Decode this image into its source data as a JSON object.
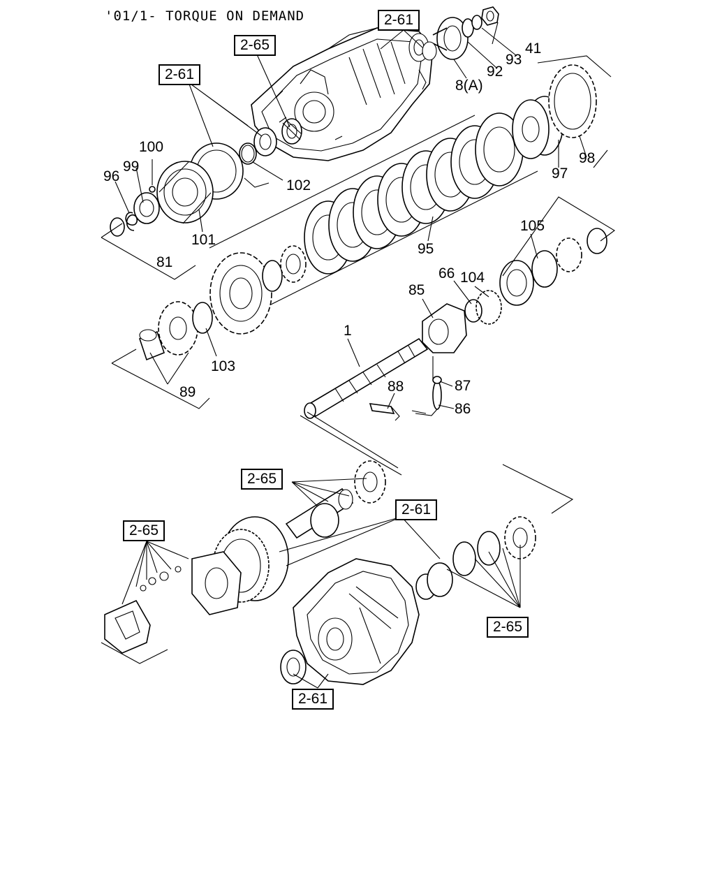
{
  "title": "'01/1- TORQUE ON DEMAND",
  "references": [
    {
      "id": "ref-2-61-top",
      "label": "2-61"
    },
    {
      "id": "ref-2-65-top",
      "label": "2-65"
    },
    {
      "id": "ref-2-61-left",
      "label": "2-61"
    },
    {
      "id": "ref-2-65-mid",
      "label": "2-65"
    },
    {
      "id": "ref-2-61-mid",
      "label": "2-61"
    },
    {
      "id": "ref-2-65-left",
      "label": "2-65"
    },
    {
      "id": "ref-2-65-right",
      "label": "2-65"
    },
    {
      "id": "ref-2-61-bottom",
      "label": "2-61"
    }
  ],
  "part_numbers": [
    {
      "id": "41",
      "label": "41"
    },
    {
      "id": "93",
      "label": "93"
    },
    {
      "id": "92",
      "label": "92"
    },
    {
      "id": "8a",
      "label": "8(A)"
    },
    {
      "id": "100",
      "label": "100"
    },
    {
      "id": "99",
      "label": "99"
    },
    {
      "id": "96",
      "label": "96"
    },
    {
      "id": "102",
      "label": "102"
    },
    {
      "id": "101",
      "label": "101"
    },
    {
      "id": "81",
      "label": "81"
    },
    {
      "id": "97",
      "label": "97"
    },
    {
      "id": "98",
      "label": "98"
    },
    {
      "id": "95",
      "label": "95"
    },
    {
      "id": "105",
      "label": "105"
    },
    {
      "id": "104",
      "label": "104"
    },
    {
      "id": "66",
      "label": "66"
    },
    {
      "id": "85",
      "label": "85"
    },
    {
      "id": "1",
      "label": "1"
    },
    {
      "id": "103",
      "label": "103"
    },
    {
      "id": "89",
      "label": "89"
    },
    {
      "id": "88",
      "label": "88"
    },
    {
      "id": "87",
      "label": "87"
    },
    {
      "id": "86",
      "label": "86"
    }
  ]
}
